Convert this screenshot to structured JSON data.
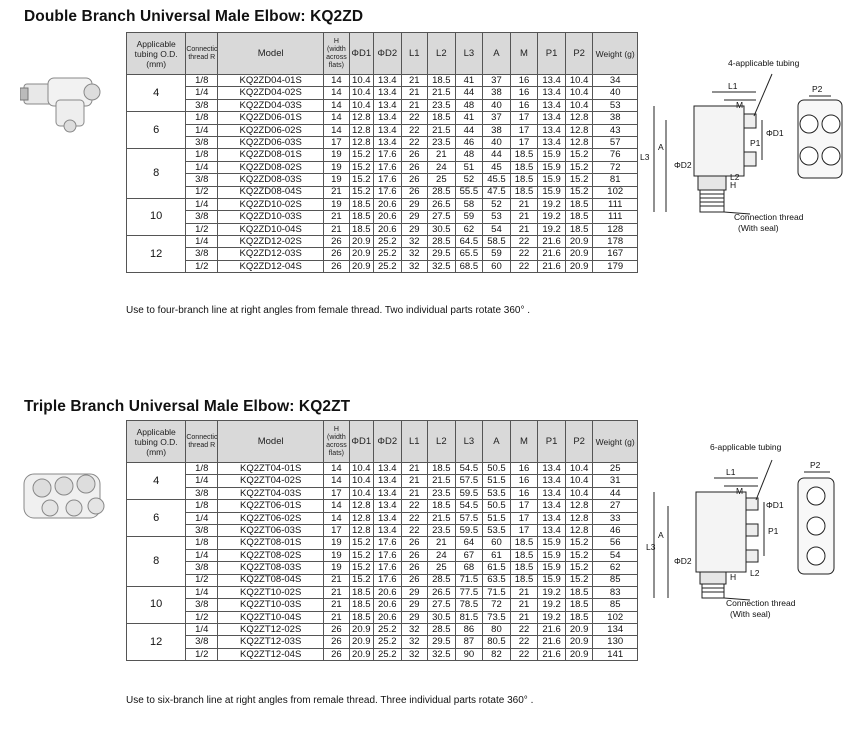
{
  "sections": [
    {
      "title": "Double Branch Universal Male Elbow: KQ2ZD",
      "headers": {
        "tubing": "Applicable tubing O.D. (mm)",
        "thread": "Connection thread R",
        "model": "Model",
        "h": "H (width across flats)",
        "d1": "ΦD1",
        "d2": "ΦD2",
        "l1": "L1",
        "l2": "L2",
        "l3": "L3",
        "a": "A",
        "m": "M",
        "p1": "P1",
        "p2": "P2",
        "weight": "Weight (g)"
      },
      "groups": [
        {
          "size": "4",
          "rows": [
            [
              "1/8",
              "KQ2ZD04-01S",
              "14",
              "10.4",
              "13.4",
              "21",
              "18.5",
              "41",
              "37",
              "16",
              "13.4",
              "10.4",
              "34"
            ],
            [
              "1/4",
              "KQ2ZD04-02S",
              "14",
              "10.4",
              "13.4",
              "21",
              "21.5",
              "44",
              "38",
              "16",
              "13.4",
              "10.4",
              "40"
            ],
            [
              "3/8",
              "KQ2ZD04-03S",
              "14",
              "10.4",
              "13.4",
              "21",
              "23.5",
              "48",
              "40",
              "16",
              "13.4",
              "10.4",
              "53"
            ]
          ]
        },
        {
          "size": "6",
          "rows": [
            [
              "1/8",
              "KQ2ZD06-01S",
              "14",
              "12.8",
              "13.4",
              "22",
              "18.5",
              "41",
              "37",
              "17",
              "13.4",
              "12.8",
              "38"
            ],
            [
              "1/4",
              "KQ2ZD06-02S",
              "14",
              "12.8",
              "13.4",
              "22",
              "21.5",
              "44",
              "38",
              "17",
              "13.4",
              "12.8",
              "43"
            ],
            [
              "3/8",
              "KQ2ZD06-03S",
              "17",
              "12.8",
              "13.4",
              "22",
              "23.5",
              "46",
              "40",
              "17",
              "13.4",
              "12.8",
              "57"
            ]
          ]
        },
        {
          "size": "8",
          "rows": [
            [
              "1/8",
              "KQ2ZD08-01S",
              "19",
              "15.2",
              "17.6",
              "26",
              "21",
              "48",
              "44",
              "18.5",
              "15.9",
              "15.2",
              "76"
            ],
            [
              "1/4",
              "KQ2ZD08-02S",
              "19",
              "15.2",
              "17.6",
              "26",
              "24",
              "51",
              "45",
              "18.5",
              "15.9",
              "15.2",
              "72"
            ],
            [
              "3/8",
              "KQ2ZD08-03S",
              "19",
              "15.2",
              "17.6",
              "26",
              "25",
              "52",
              "45.5",
              "18.5",
              "15.9",
              "15.2",
              "81"
            ],
            [
              "1/2",
              "KQ2ZD08-04S",
              "21",
              "15.2",
              "17.6",
              "26",
              "28.5",
              "55.5",
              "47.5",
              "18.5",
              "15.9",
              "15.2",
              "102"
            ]
          ]
        },
        {
          "size": "10",
          "rows": [
            [
              "1/4",
              "KQ2ZD10-02S",
              "19",
              "18.5",
              "20.6",
              "29",
              "26.5",
              "58",
              "52",
              "21",
              "19.2",
              "18.5",
              "111"
            ],
            [
              "3/8",
              "KQ2ZD10-03S",
              "21",
              "18.5",
              "20.6",
              "29",
              "27.5",
              "59",
              "53",
              "21",
              "19.2",
              "18.5",
              "111"
            ],
            [
              "1/2",
              "KQ2ZD10-04S",
              "21",
              "18.5",
              "20.6",
              "29",
              "30.5",
              "62",
              "54",
              "21",
              "19.2",
              "18.5",
              "128"
            ]
          ]
        },
        {
          "size": "12",
          "rows": [
            [
              "1/4",
              "KQ2ZD12-02S",
              "26",
              "20.9",
              "25.2",
              "32",
              "28.5",
              "64.5",
              "58.5",
              "22",
              "21.6",
              "20.9",
              "178"
            ],
            [
              "3/8",
              "KQ2ZD12-03S",
              "26",
              "20.9",
              "25.2",
              "32",
              "29.5",
              "65.5",
              "59",
              "22",
              "21.6",
              "20.9",
              "167"
            ],
            [
              "1/2",
              "KQ2ZD12-04S",
              "26",
              "20.9",
              "25.2",
              "32",
              "32.5",
              "68.5",
              "60",
              "22",
              "21.6",
              "20.9",
              "179"
            ]
          ]
        }
      ],
      "note": "Use to four-branch line at right angles from female thread. Two individual parts rotate 360° .",
      "diagram": {
        "applicable_tubing": "4-applicable tubing",
        "connection_thread": "Connection thread",
        "with_seal": "(With seal)",
        "labels": {
          "l1": "L1",
          "m": "M",
          "l2": "L2",
          "l3": "L3",
          "a": "A",
          "p1": "P1",
          "p2": "P2",
          "d1": "ΦD1",
          "d2": "ΦD2",
          "h": "H"
        }
      }
    },
    {
      "title": "Triple Branch Universal Male Elbow: KQ2ZT",
      "headers": {
        "tubing": "Applicable tubing O.D. (mm)",
        "thread": "Connection thread R",
        "model": "Model",
        "h": "H (width across flats)",
        "d1": "ΦD1",
        "d2": "ΦD2",
        "l1": "L1",
        "l2": "L2",
        "l3": "L3",
        "a": "A",
        "m": "M",
        "p1": "P1",
        "p2": "P2",
        "weight": "Weight (g)"
      },
      "groups": [
        {
          "size": "4",
          "rows": [
            [
              "1/8",
              "KQ2ZT04-01S",
              "14",
              "10.4",
              "13.4",
              "21",
              "18.5",
              "54.5",
              "50.5",
              "16",
              "13.4",
              "10.4",
              "25"
            ],
            [
              "1/4",
              "KQ2ZT04-02S",
              "14",
              "10.4",
              "13.4",
              "21",
              "21.5",
              "57.5",
              "51.5",
              "16",
              "13.4",
              "10.4",
              "31"
            ],
            [
              "3/8",
              "KQ2ZT04-03S",
              "17",
              "10.4",
              "13.4",
              "21",
              "23.5",
              "59.5",
              "53.5",
              "16",
              "13.4",
              "10.4",
              "44"
            ]
          ]
        },
        {
          "size": "6",
          "rows": [
            [
              "1/8",
              "KQ2ZT06-01S",
              "14",
              "12.8",
              "13.4",
              "22",
              "18.5",
              "54.5",
              "50.5",
              "17",
              "13.4",
              "12.8",
              "27"
            ],
            [
              "1/4",
              "KQ2ZT06-02S",
              "14",
              "12.8",
              "13.4",
              "22",
              "21.5",
              "57.5",
              "51.5",
              "17",
              "13.4",
              "12.8",
              "33"
            ],
            [
              "3/8",
              "KQ2ZT06-03S",
              "17",
              "12.8",
              "13.4",
              "22",
              "23.5",
              "59.5",
              "53.5",
              "17",
              "13.4",
              "12.8",
              "46"
            ]
          ]
        },
        {
          "size": "8",
          "rows": [
            [
              "1/8",
              "KQ2ZT08-01S",
              "19",
              "15.2",
              "17.6",
              "26",
              "21",
              "64",
              "60",
              "18.5",
              "15.9",
              "15.2",
              "56"
            ],
            [
              "1/4",
              "KQ2ZT08-02S",
              "19",
              "15.2",
              "17.6",
              "26",
              "24",
              "67",
              "61",
              "18.5",
              "15.9",
              "15.2",
              "54"
            ],
            [
              "3/8",
              "KQ2ZT08-03S",
              "19",
              "15.2",
              "17.6",
              "26",
              "25",
              "68",
              "61.5",
              "18.5",
              "15.9",
              "15.2",
              "62"
            ],
            [
              "1/2",
              "KQ2ZT08-04S",
              "21",
              "15.2",
              "17.6",
              "26",
              "28.5",
              "71.5",
              "63.5",
              "18.5",
              "15.9",
              "15.2",
              "85"
            ]
          ]
        },
        {
          "size": "10",
          "rows": [
            [
              "1/4",
              "KQ2ZT10-02S",
              "21",
              "18.5",
              "20.6",
              "29",
              "26.5",
              "77.5",
              "71.5",
              "21",
              "19.2",
              "18.5",
              "83"
            ],
            [
              "3/8",
              "KQ2ZT10-03S",
              "21",
              "18.5",
              "20.6",
              "29",
              "27.5",
              "78.5",
              "72",
              "21",
              "19.2",
              "18.5",
              "85"
            ],
            [
              "1/2",
              "KQ2ZT10-04S",
              "21",
              "18.5",
              "20.6",
              "29",
              "30.5",
              "81.5",
              "73.5",
              "21",
              "19.2",
              "18.5",
              "102"
            ]
          ]
        },
        {
          "size": "12",
          "rows": [
            [
              "1/4",
              "KQ2ZT12-02S",
              "26",
              "20.9",
              "25.2",
              "32",
              "28.5",
              "86",
              "80",
              "22",
              "21.6",
              "20.9",
              "134"
            ],
            [
              "3/8",
              "KQ2ZT12-03S",
              "26",
              "20.9",
              "25.2",
              "32",
              "29.5",
              "87",
              "80.5",
              "22",
              "21.6",
              "20.9",
              "130"
            ],
            [
              "1/2",
              "KQ2ZT12-04S",
              "26",
              "20.9",
              "25.2",
              "32",
              "32.5",
              "90",
              "82",
              "22",
              "21.6",
              "20.9",
              "141"
            ]
          ]
        }
      ],
      "note": "Use to six-branch line at right angles from remale thread. Three individual parts rotate 360° .",
      "diagram": {
        "applicable_tubing": "6-applicable tubing",
        "connection_thread": "Connection thread",
        "with_seal": "(With seal)",
        "labels": {
          "l1": "L1",
          "m": "M",
          "l2": "L2",
          "l3": "L3",
          "a": "A",
          "p1": "P1",
          "p2": "P2",
          "d1": "ΦD1",
          "d2": "ΦD2",
          "h": "H"
        }
      }
    }
  ]
}
